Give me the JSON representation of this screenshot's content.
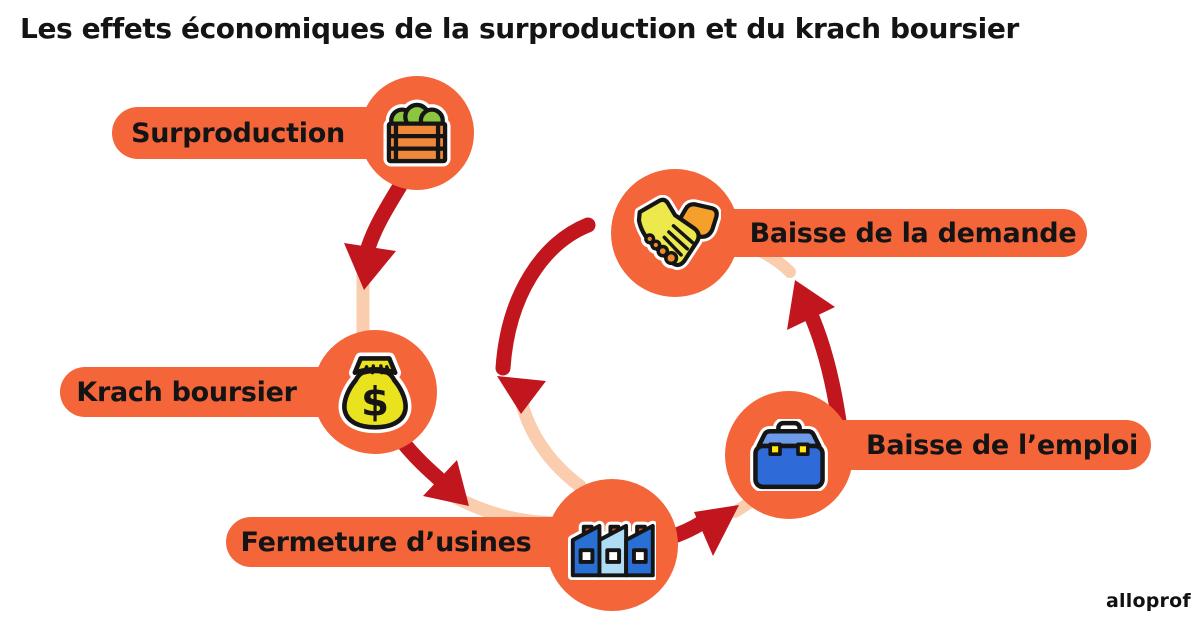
{
  "title": "Les effets économiques de la surproduction et du krach boursier",
  "brand": {
    "logo_text": "alloprof"
  },
  "colors": {
    "node_orange": "#F4653A",
    "arrow_red": "#C2161E",
    "path_peach": "#FACDAF",
    "text_ink": "#141414",
    "crate_orange": "#F0883C",
    "produce_green": "#8CC63E",
    "money_bag_yellow": "#E9E21E",
    "factory_dark_blue": "#2A6FD3",
    "factory_light_blue": "#AEDCF5",
    "chimney_orange": "#E55B2B",
    "briefcase_body_blue": "#2E6AD8",
    "briefcase_lid_blue": "#6D9BE8",
    "clasp_yellow": "#FFE816",
    "hand_yellow": "#EDE84C",
    "hand_orange": "#F5A02B",
    "bead_orange": "#F08A26"
  },
  "diagram": {
    "nodes": [
      {
        "id": "surproduction",
        "label": "Surproduction",
        "icon": "produce-crate-icon",
        "pill_side": "left"
      },
      {
        "id": "krach-boursier",
        "label": "Krach boursier",
        "icon": "money-bag-icon",
        "pill_side": "left"
      },
      {
        "id": "fermeture-usines",
        "label": "Fermeture d’usines",
        "icon": "factory-icon",
        "pill_side": "left"
      },
      {
        "id": "baisse-emploi",
        "label": "Baisse de l’emploi",
        "icon": "briefcase-icon",
        "pill_side": "right"
      },
      {
        "id": "baisse-demande",
        "label": "Baisse de la demande",
        "icon": "handshake-icon",
        "pill_side": "right"
      }
    ],
    "edges": [
      {
        "from": "surproduction",
        "to": "krach-boursier"
      },
      {
        "from": "krach-boursier",
        "to": "fermeture-usines"
      },
      {
        "from": "fermeture-usines",
        "to": "baisse-emploi"
      },
      {
        "from": "baisse-emploi",
        "to": "baisse-demande"
      },
      {
        "from": "baisse-demande",
        "to": "fermeture-usines"
      }
    ]
  }
}
